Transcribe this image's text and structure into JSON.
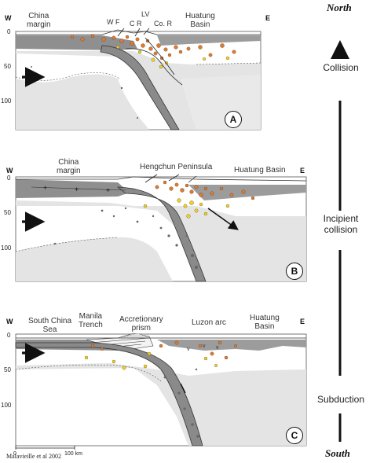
{
  "compass": {
    "north": "North",
    "south": "South"
  },
  "stages": [
    "Collision",
    "Incipient\ncollision",
    "Subduction"
  ],
  "panels": [
    {
      "letter": "A",
      "west": "W",
      "east": "E",
      "depth_ticks": [
        "0",
        "50",
        "100"
      ],
      "labels": {
        "china_margin": "China\nmargin",
        "wf": "W F",
        "cr": "C R",
        "lv": "LV",
        "cor": "Co. R",
        "huatung": "Huatung\nBasin"
      }
    },
    {
      "letter": "B",
      "west": "W",
      "east": "E",
      "depth_ticks": [
        "0",
        "50",
        "100"
      ],
      "labels": {
        "china_margin": "China\nmargin",
        "hengchun": "Hengchun Peninsula",
        "huatung": "Huatung Basin"
      }
    },
    {
      "letter": "C",
      "west": "W",
      "east": "E",
      "depth_ticks": [
        "0",
        "50",
        "100"
      ],
      "labels": {
        "south_china_sea": "South China\nSea",
        "manila": "Manila\nTrench",
        "accretionary": "Accretionary\nprism",
        "luzon": "Luzon arc",
        "huatung": "Huatung\nBasin"
      },
      "scale": {
        "start": "0",
        "end": "100 km"
      }
    }
  ],
  "credit": "Malavieille et al 2002",
  "colors": {
    "crust": "#8f8f8f",
    "lithosphere": "#e4e4e4",
    "slab": "#9a9a9a",
    "quake_orange": "#e07a2a",
    "quake_yellow": "#f2d21a",
    "quake_gray": "#666666"
  }
}
